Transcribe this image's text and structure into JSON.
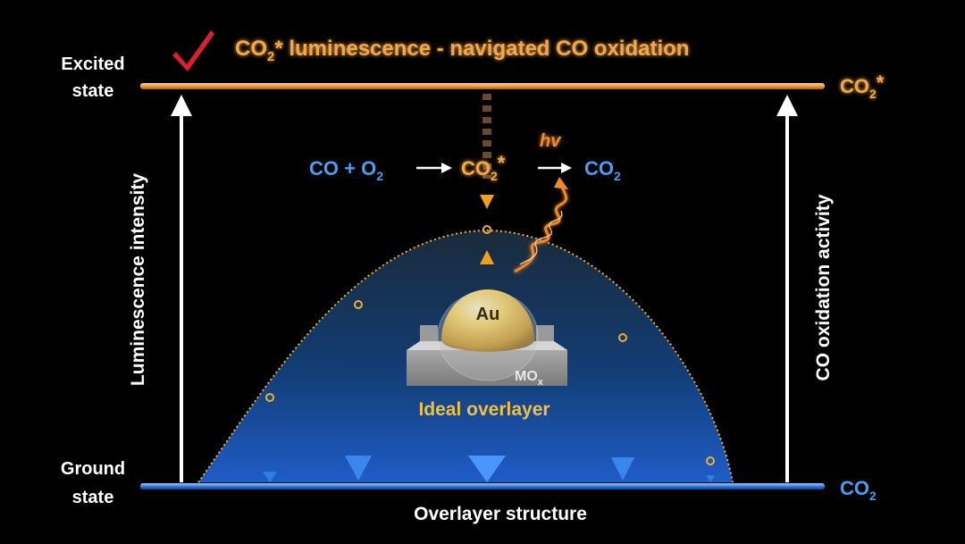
{
  "title": {
    "check_icon": "checkmark-icon",
    "co2_prefix": "CO",
    "co2_sub": "2",
    "co2_star": "*",
    "text": " luminescence - navigated  CO  oxidation"
  },
  "levels": {
    "excited_line1": "Excited",
    "excited_line2": "state",
    "ground_line1": "Ground",
    "ground_line2": "state",
    "excited_co2_prefix": "CO",
    "excited_co2_sub": "2",
    "excited_co2_star": "*",
    "ground_co2_prefix": "CO",
    "ground_co2_sub": "2"
  },
  "axes": {
    "left_label": "Luminescence intensity",
    "right_label": "CO oxidation activity",
    "bottom_label": "Overlayer structure"
  },
  "reaction": {
    "co_plus": "CO + O",
    "o2_sub": "2",
    "mid_prefix": "CO",
    "mid_sub": "2",
    "mid_star": "*",
    "end_prefix": "CO",
    "end_sub": "2",
    "photon": "hv"
  },
  "particle": {
    "metal": "Au",
    "support_prefix": "MO",
    "support_sub": "x",
    "caption": "Ideal overlayer"
  },
  "colors": {
    "excited_line": "#f0a040",
    "ground_line": "#2f7fe0",
    "orange_text": "#f4a64a",
    "blue_text": "#4a9cf5",
    "caption": "#f2c040",
    "check": "#d8202e"
  }
}
